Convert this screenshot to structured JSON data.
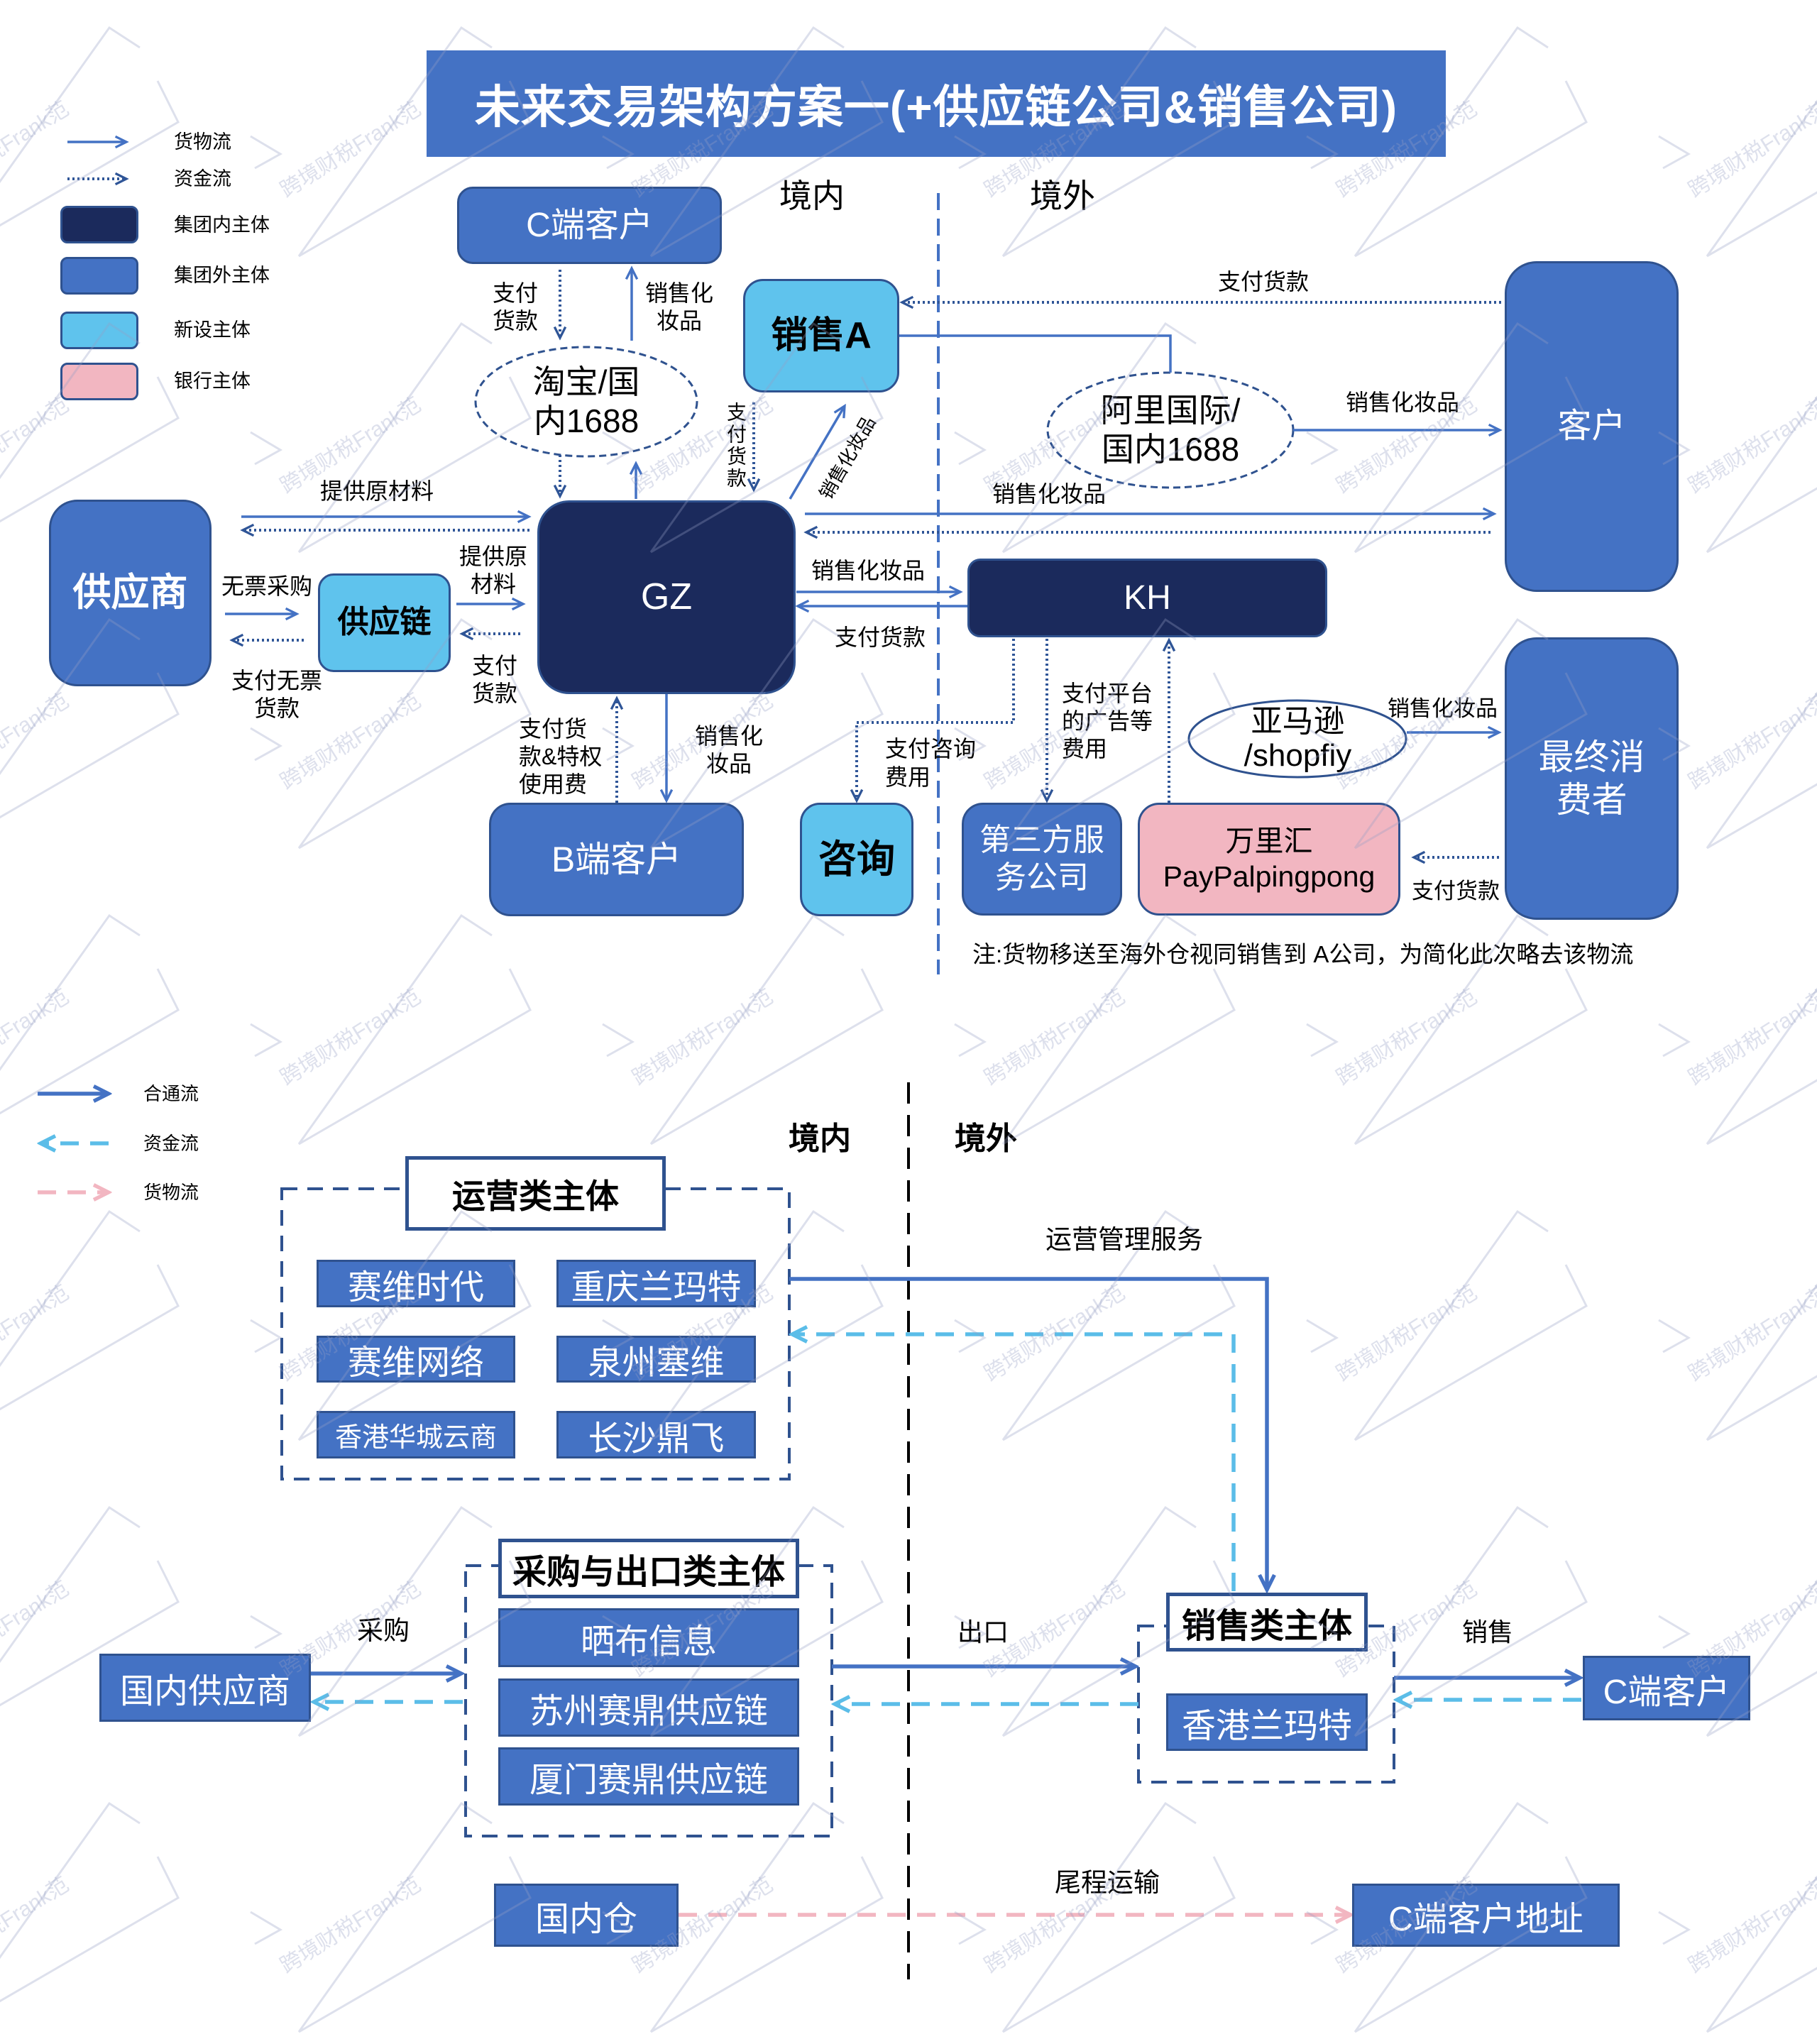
{
  "colors": {
    "title_bg": "#4472c4",
    "internal_entity": "#1b2a5c",
    "external_entity": "#4472c4",
    "new_entity": "#5fc3ed",
    "bank_entity": "#f2b6c1",
    "entity_border": "#2f528f",
    "goods_flow": "#4472c4",
    "funds_flow": "#2f5597",
    "divider": "#4472c4",
    "d2_contract_flow": "#4472c4",
    "d2_funds_flow": "#5bbde8",
    "d2_goods_flow": "#f2b6c1",
    "d2_divider": "#000000"
  },
  "watermark": {
    "text": "跨境财税Frank范"
  },
  "diagram1": {
    "title": "未来交易架构方案一(+供应链公司&销售公司)",
    "legend": [
      {
        "icon": "solid-arrow-icon",
        "label": "货物流"
      },
      {
        "icon": "dotted-arrow-icon",
        "label": "资金流"
      },
      {
        "icon": "dark-navy-box-icon",
        "label": "集团内主体"
      },
      {
        "icon": "blue-box-icon",
        "label": "集团外主体"
      },
      {
        "icon": "light-blue-box-icon",
        "label": "新设主体"
      },
      {
        "icon": "pink-box-icon",
        "label": "银行主体"
      }
    ],
    "regions": {
      "domestic": "境内",
      "overseas": "境外"
    },
    "nodes": {
      "c_customer": {
        "label": "C端客户",
        "category": "集团外主体"
      },
      "sales_a": {
        "label": "销售A",
        "category": "新设主体"
      },
      "customer": {
        "label": "客户",
        "category": "集团外主体"
      },
      "supplier": {
        "label": "供应商",
        "category": "集团外主体"
      },
      "supply_chain": {
        "label": "供应链",
        "category": "新设主体"
      },
      "gz": {
        "label": "GZ",
        "category": "集团内主体"
      },
      "kh": {
        "label": "KH",
        "category": "集团内主体"
      },
      "consulting": {
        "label": "咨询",
        "category": "新设主体"
      },
      "b_customer": {
        "label": "B端客户",
        "category": "集团外主体"
      },
      "third_party": {
        "label": "第三方服\n务公司",
        "category": "集团外主体"
      },
      "wanlihui": {
        "label": "万里汇\nPayPalpingpong",
        "category": "银行主体"
      },
      "end_consumer": {
        "label": "最终消\n费者",
        "category": "集团外主体"
      },
      "taobao": {
        "label": "淘宝/国\n内1688",
        "shape": "dashed-ellipse"
      },
      "alibaba": {
        "label": "阿里国际/\n国内1688",
        "shape": "dashed-ellipse"
      },
      "amazon": {
        "label": "亚马逊\n/shopfiy",
        "shape": "ellipse"
      }
    },
    "edges": {
      "c_customer_to_taobao": {
        "label": "支付\n货款",
        "line": "dotted"
      },
      "taobao_to_c_customer": {
        "label": "销售化\n妆品",
        "line": "solid"
      },
      "taobao_to_gz": {
        "label": "",
        "line": "dotted"
      },
      "gz_to_taobao": {
        "label": "",
        "line": "solid"
      },
      "sales_a_to_gz": {
        "label": "支付货款",
        "line": "dotted"
      },
      "gz_to_sales_a": {
        "label": "销售化妆品",
        "line": "solid"
      },
      "customer_to_sales_a": {
        "label": "支付货款",
        "line": "dotted"
      },
      "sales_a_to_alibaba": {
        "label": "",
        "line": "solid",
        "arrow": false
      },
      "alibaba_to_customer": {
        "label": "销售化妆品",
        "line": "solid"
      },
      "gz_to_customer": {
        "label": "销售化妆品",
        "line": "solid"
      },
      "customer_to_gz": {
        "label": "",
        "line": "dotted"
      },
      "supplier_to_gz": {
        "label": "提供原材料",
        "line": "solid"
      },
      "gz_to_supplier": {
        "label": "",
        "line": "dotted"
      },
      "supplier_to_supply_chain": {
        "label": "无票采购",
        "line": "solid"
      },
      "supply_chain_to_supplier": {
        "label": "支付无票\n货款",
        "line": "dotted"
      },
      "supply_chain_to_gz": {
        "label": "提供原\n材料",
        "line": "solid"
      },
      "gz_to_supply_chain": {
        "label": "支付\n货款",
        "line": "dotted"
      },
      "gz_to_kh": {
        "label": "销售化妆品",
        "line": "solid"
      },
      "kh_to_gz": {
        "label": "支付货款",
        "line": "solid"
      },
      "kh_to_consulting": {
        "label": "支付咨询\n费用",
        "line": "dotted"
      },
      "kh_to_third_party": {
        "label": "支付平台\n的广告等\n费用",
        "line": "dotted"
      },
      "wanlihui_to_kh": {
        "label": "",
        "line": "dotted"
      },
      "amazon_to_end_consumer": {
        "label": "销售化妆品",
        "line": "solid"
      },
      "end_consumer_to_wanlihui": {
        "label": "支付货款",
        "line": "dotted"
      },
      "b_customer_to_gz": {
        "label": "支付货\n款&特权\n使用费",
        "line": "dotted"
      },
      "gz_to_b_customer": {
        "label": "销售化\n妆品",
        "line": "solid"
      }
    },
    "note": "注:货物移送至海外仓视同销售到 A公司，为简化此次略去该物流"
  },
  "diagram2": {
    "legend": [
      {
        "icon": "solid-arrow-icon",
        "label": "合通流"
      },
      {
        "icon": "cyan-dashed-arrow-icon",
        "label": "资金流"
      },
      {
        "icon": "pink-dashed-arrow-icon",
        "label": "货物流"
      }
    ],
    "regions": {
      "domestic": "境内",
      "overseas": "境外"
    },
    "groups": {
      "operations": {
        "title": "运营类主体",
        "members": [
          "赛维时代",
          "重庆兰玛特",
          "赛维网络",
          "泉州塞维",
          "香港华城云商",
          "长沙鼎飞"
        ]
      },
      "procurement_export": {
        "title": "采购与出口类主体",
        "members": [
          "晒布信息",
          "苏州赛鼎供应链",
          "厦门赛鼎供应链"
        ]
      },
      "sales": {
        "title": "销售类主体",
        "members": [
          "香港兰玛特"
        ]
      }
    },
    "nodes": {
      "domestic_supplier": {
        "label": "国内供应商"
      },
      "c_customer": {
        "label": "C端客户"
      },
      "domestic_warehouse": {
        "label": "国内仓"
      },
      "c_customer_address": {
        "label": "C端客户地址"
      }
    },
    "edges": {
      "operations_to_sales": {
        "label": "运营管理服务",
        "line": "contract"
      },
      "sales_to_operations": {
        "label": "",
        "line": "funds"
      },
      "supplier_to_procurement": {
        "label": "采购",
        "line": "contract"
      },
      "procurement_to_supplier": {
        "label": "",
        "line": "funds"
      },
      "procurement_to_sales": {
        "label": "出口",
        "line": "contract"
      },
      "sales_to_procurement": {
        "label": "",
        "line": "funds"
      },
      "sales_to_c_customer": {
        "label": "销售",
        "line": "contract"
      },
      "c_customer_to_sales": {
        "label": "",
        "line": "funds"
      },
      "warehouse_to_address": {
        "label": "尾程运输",
        "line": "goods"
      }
    }
  }
}
